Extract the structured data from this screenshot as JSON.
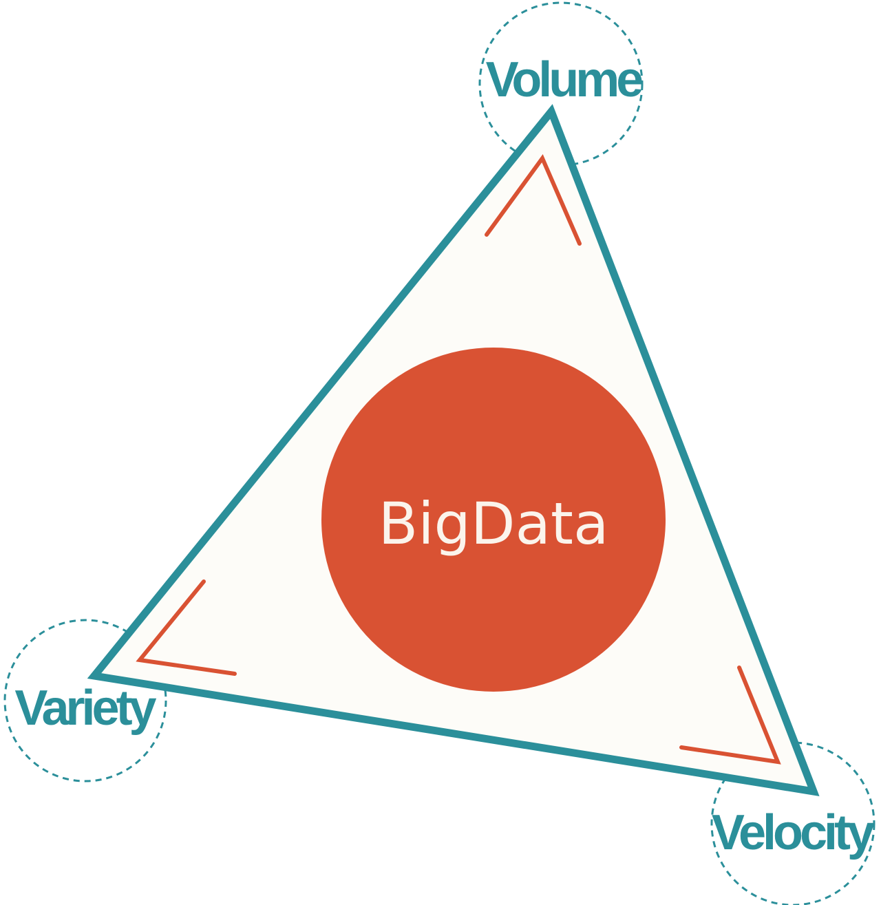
{
  "diagram": {
    "center_label": "BigData",
    "vertices": [
      {
        "label": "Volume"
      },
      {
        "label": "Variety"
      },
      {
        "label": "Velocity"
      }
    ]
  },
  "colors": {
    "teal": "#2b8f9a",
    "orange": "#d95233",
    "triangle_fill": "#fdfcf8",
    "center_text": "#fbf4ec",
    "background": "#ffffff"
  }
}
